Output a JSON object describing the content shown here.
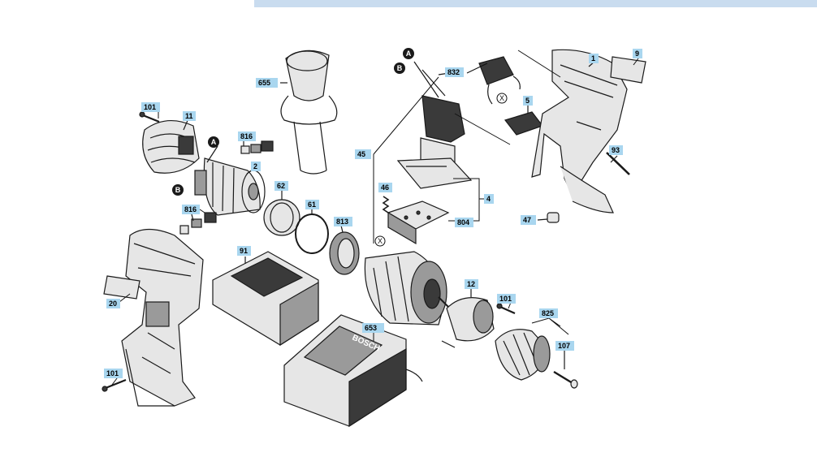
{
  "labels": {
    "l655": "655",
    "l101a": "101",
    "l11": "11",
    "l816a": "816",
    "l2": "2",
    "l62": "62",
    "l61": "61",
    "l813": "813",
    "l816b": "816",
    "l91": "91",
    "l20": "20",
    "l101b": "101",
    "l653": "653",
    "l832": "832",
    "l45": "45",
    "l46": "46",
    "l4": "4",
    "l804": "804",
    "l1": "1",
    "l9": "9",
    "l5": "5",
    "l93": "93",
    "l47": "47",
    "l12": "12",
    "l101c": "101",
    "l825": "825",
    "l107": "107"
  },
  "markers": {
    "a_motor": "A",
    "b_motor": "B",
    "a_switch": "A",
    "b_switch": "B",
    "x_housing": "X",
    "x_gear": "X"
  },
  "brand": {
    "name": "BOSCH"
  },
  "colors": {
    "tag_fill": "#a9d6ef",
    "top_band": "#c9dcef",
    "ink": "#1a1a1a"
  }
}
